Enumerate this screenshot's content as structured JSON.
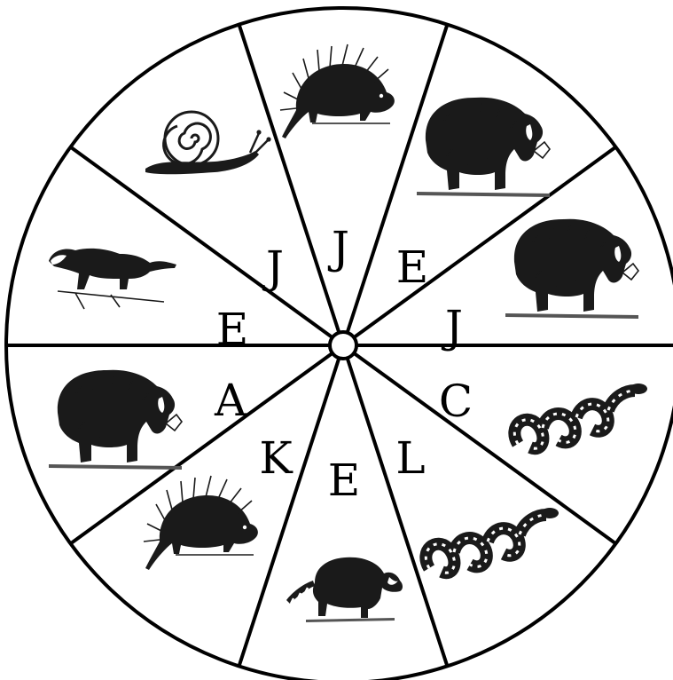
{
  "colors": {
    "ink": "#000000",
    "background": "#ffffff"
  },
  "segments": [
    {
      "letter": "J",
      "animal": "porcupine-icon"
    },
    {
      "letter": "E",
      "animal": "bear-icon"
    },
    {
      "letter": "J",
      "animal": "bear-icon"
    },
    {
      "letter": "C",
      "animal": "snake-icon"
    },
    {
      "letter": "L",
      "animal": "snake-icon"
    },
    {
      "letter": "E",
      "animal": "raccoon-icon"
    },
    {
      "letter": "K",
      "animal": "porcupine-icon"
    },
    {
      "letter": "A",
      "animal": "bear-icon"
    },
    {
      "letter": "E",
      "animal": "weasel-icon"
    },
    {
      "letter": "J",
      "animal": "snail-icon"
    }
  ]
}
